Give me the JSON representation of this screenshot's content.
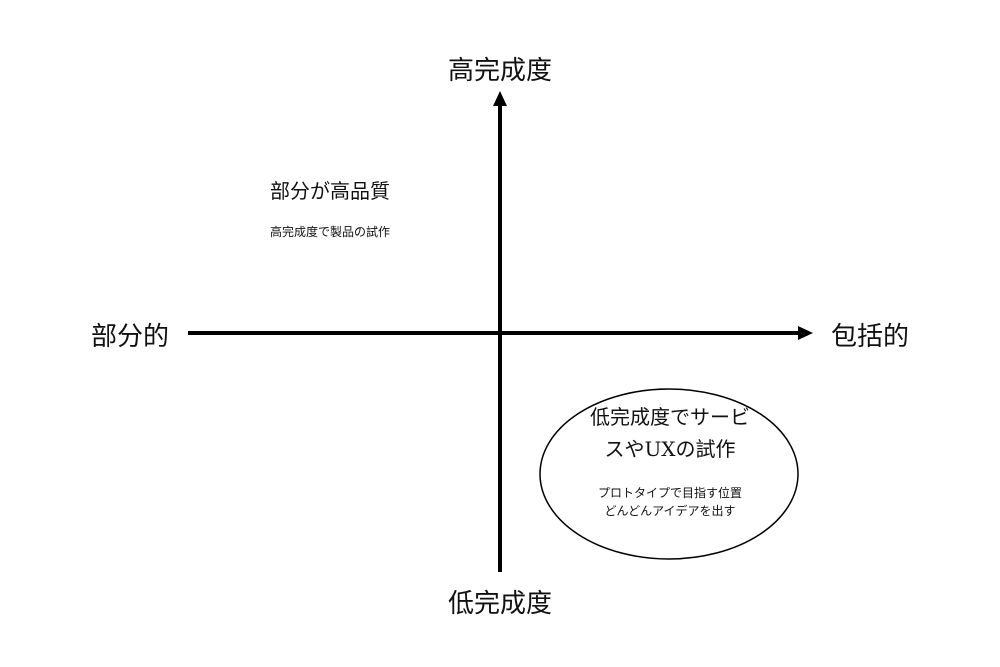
{
  "axes": {
    "top": "高完成度",
    "bottom": "低完成度",
    "left": "部分的",
    "right": "包括的"
  },
  "quadrant_top_left": {
    "title": "部分が高品質",
    "subtitle": "高完成度で製品の試作"
  },
  "quadrant_bottom_right": {
    "title_line1": "低完成度でサービ",
    "title_line2": "スやUXの試作",
    "note_line1": "プロトタイプで目指す位置",
    "note_line2": "どんどんアイデアを出す"
  }
}
